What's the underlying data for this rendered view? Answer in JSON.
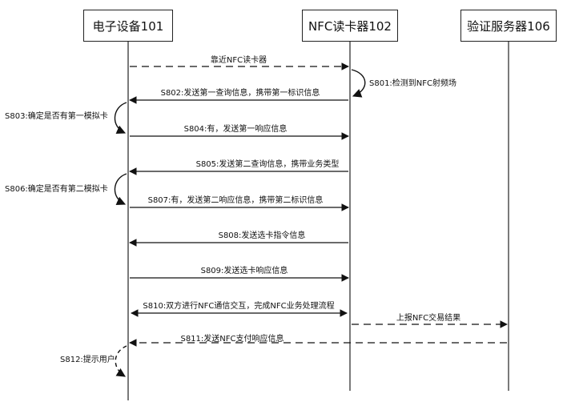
{
  "participants": [
    {
      "id": "device",
      "label": "电子设备101"
    },
    {
      "id": "reader",
      "label": "NFC读卡器102"
    },
    {
      "id": "server",
      "label": "验证服务器106"
    }
  ],
  "messages": [
    {
      "from": "device",
      "to": "reader",
      "label": "靠近NFC读卡器",
      "dashed": true
    },
    {
      "from": "reader",
      "to": "device",
      "label": "S802:发送第一查询信息，携带第一标识信息",
      "dashed": false
    },
    {
      "from": "device",
      "to": "reader",
      "label": "S804:有，发送第一响应信息",
      "dashed": false
    },
    {
      "from": "reader",
      "to": "device",
      "label": "S805:发送第二查询信息，携带业务类型",
      "dashed": false
    },
    {
      "from": "device",
      "to": "reader",
      "label": "S807:有，发送第二响应信息，携带第二标识信息",
      "dashed": false
    },
    {
      "from": "reader",
      "to": "device",
      "label": "S808:发送选卡指令信息",
      "dashed": false
    },
    {
      "from": "device",
      "to": "reader",
      "label": "S809:发送选卡响应信息",
      "dashed": false
    },
    {
      "from": "both",
      "to": "both",
      "label": "S810:双方进行NFC通信交互，完成NFC业务处理流程",
      "dashed": false
    },
    {
      "from": "reader",
      "to": "server",
      "label": "上报NFC交易结果",
      "dashed": true
    },
    {
      "from": "server",
      "to": "device",
      "label": "S811:发送NFC支付响应信息",
      "dashed": true
    }
  ],
  "self_steps": [
    {
      "on": "reader",
      "label": "S801:检测到NFC射频场"
    },
    {
      "on": "device",
      "label": "S803:确定是否有第一模拟卡"
    },
    {
      "on": "device",
      "label": "S806:确定是否有第二模拟卡"
    },
    {
      "on": "device",
      "label": "S812:提示用户"
    }
  ]
}
